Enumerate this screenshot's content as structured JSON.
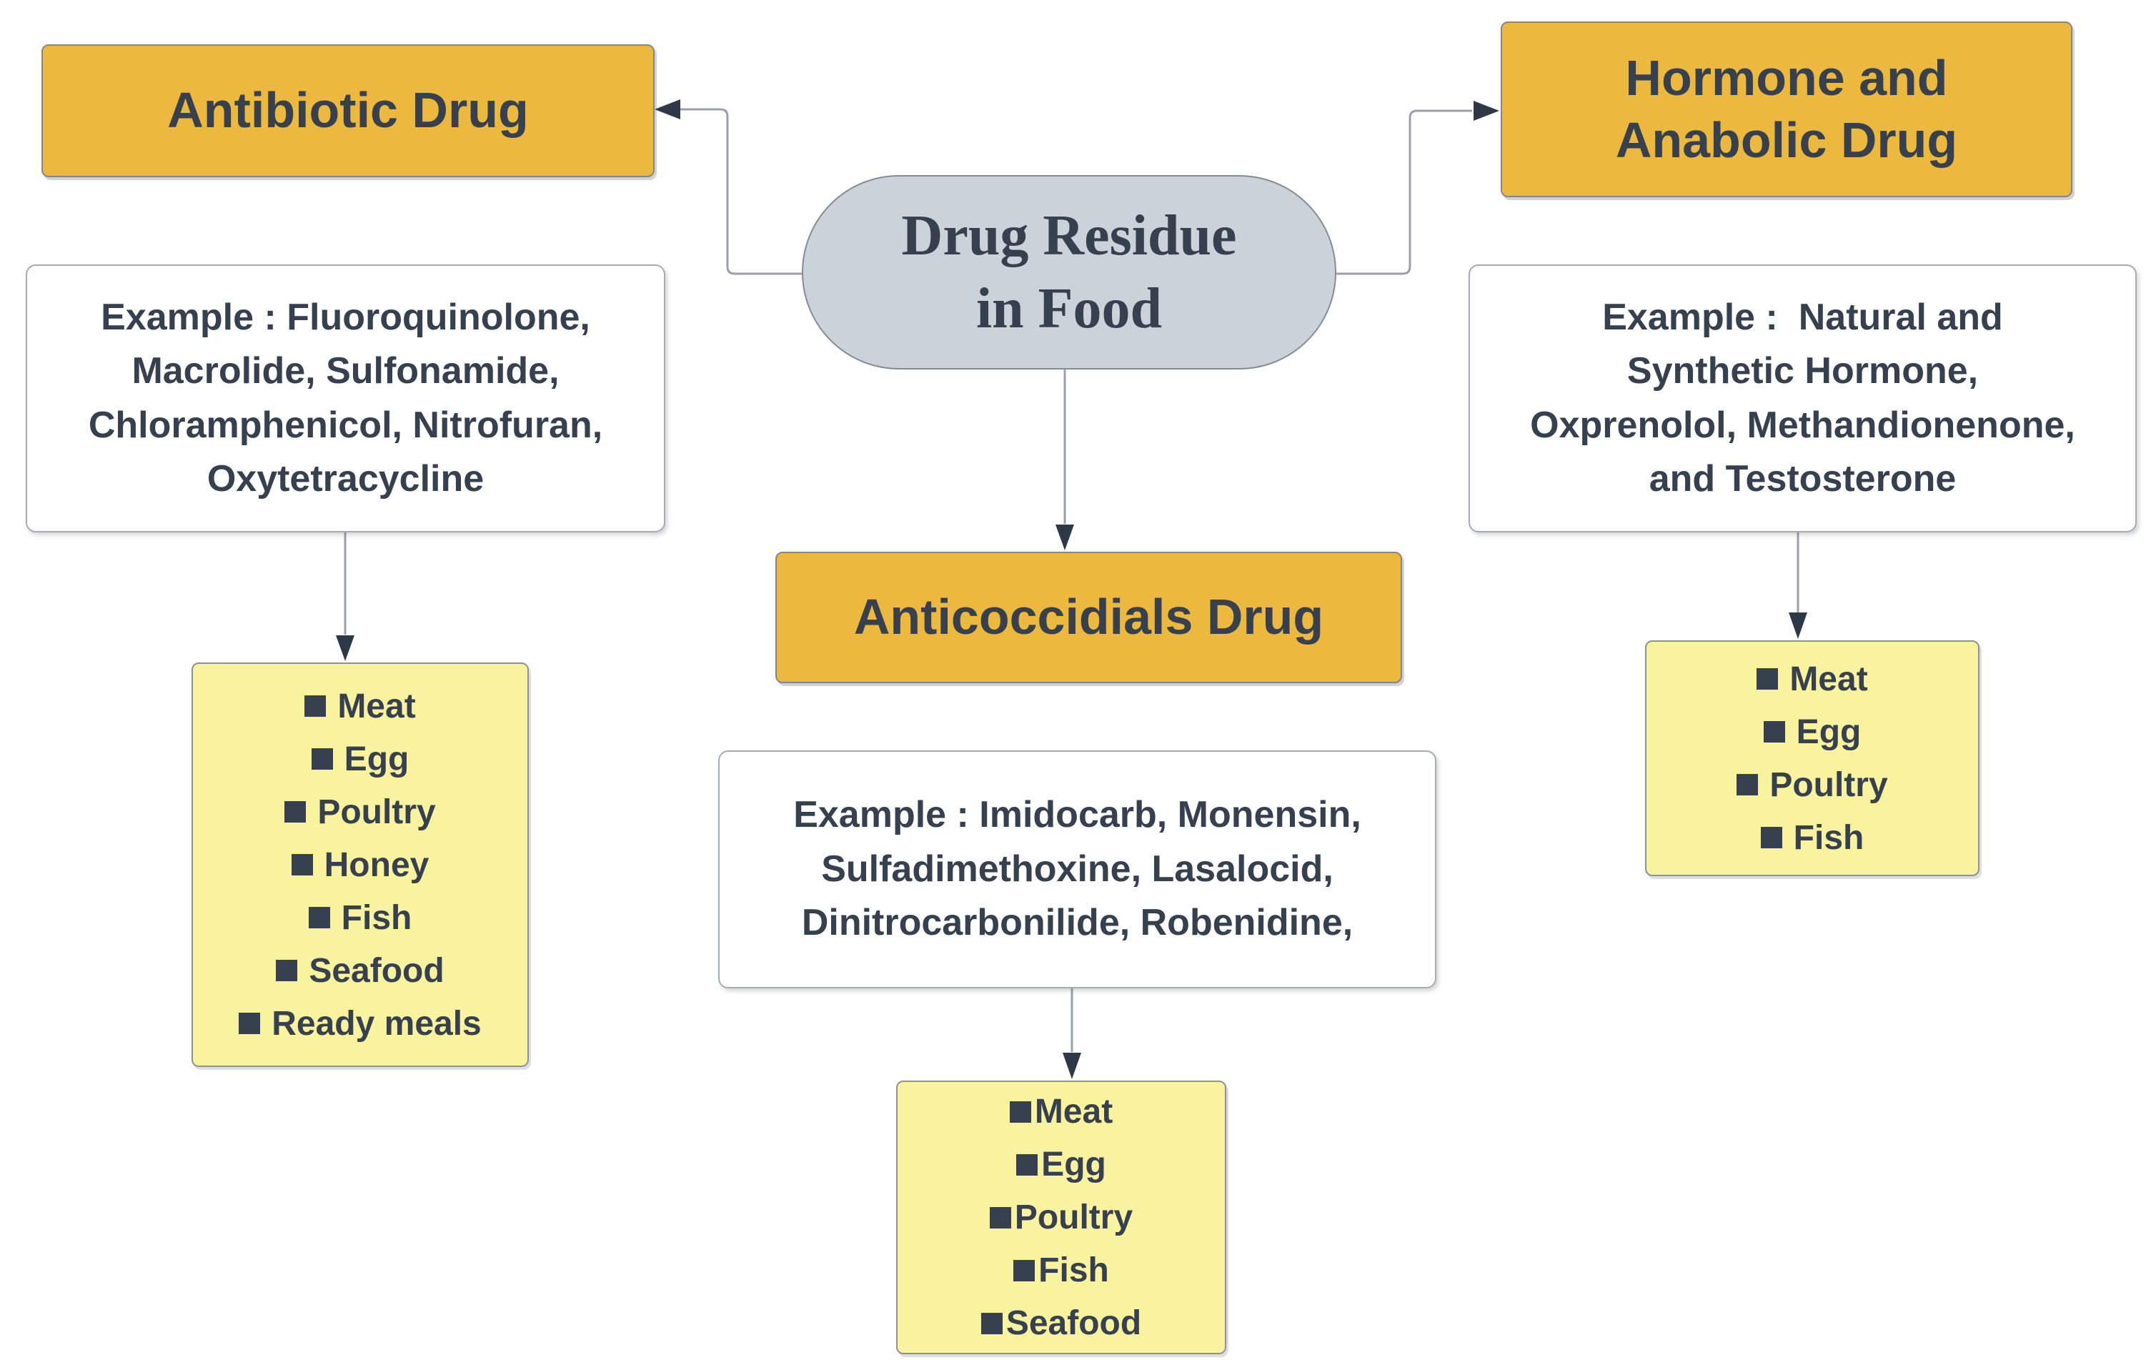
{
  "root": {
    "label_lines": [
      "Drug Residue",
      "in Food"
    ]
  },
  "branches": [
    {
      "title_lines": [
        "Antibiotic Drug"
      ],
      "example_lines": [
        "Example : Fluoroquinolone,",
        "Macrolide, Sulfonamide,",
        "Chloramphenicol, Nitrofuran,",
        "Oxytetracycline"
      ],
      "foods": [
        "Meat",
        "Egg",
        "Poultry",
        "Honey",
        "Fish",
        "Seafood",
        "Ready meals"
      ]
    },
    {
      "title_lines": [
        "Anticoccidials Drug"
      ],
      "example_lines": [
        "Example : Imidocarb, Monensin,",
        "Sulfadimethoxine, Lasalocid,",
        "Dinitrocarbonilide, Robenidine,"
      ],
      "foods": [
        "Meat",
        "Egg",
        "Poultry",
        "Fish",
        "Seafood"
      ]
    },
    {
      "title_lines": [
        "Hormone and",
        "Anabolic Drug"
      ],
      "example_lines": [
        "Example :  Natural and",
        "Synthetic Hormone,",
        "Oxprenolol, Methandionenone,",
        "and Testosterone"
      ],
      "foods": [
        "Meat",
        "Egg",
        "Poultry",
        "Fish"
      ]
    }
  ],
  "colors": {
    "accent_orange": "#ECB93E",
    "accent_yellow": "#F9F3A0",
    "node_gray": "#CBD2D9",
    "text_dark": "#36404F",
    "connector_gray": "#9AA0A9",
    "arrowhead_dark": "#2E3846"
  }
}
